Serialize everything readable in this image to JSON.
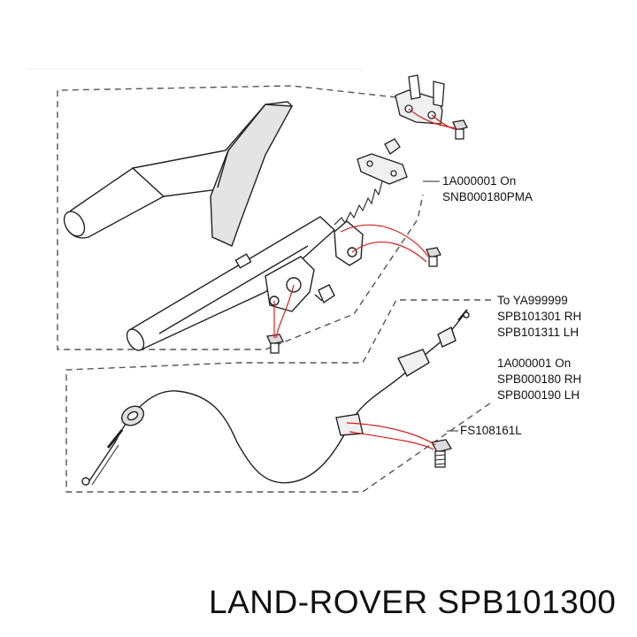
{
  "callouts": {
    "top_range": {
      "line1": "1A000001 On",
      "line2": "SNB000180PMA"
    },
    "cable_old": {
      "line1": "To YA999999",
      "line2": "SPB101301 RH",
      "line3": "SPB101311 LH"
    },
    "cable_new": {
      "line1": "1A000001 On",
      "line2": "SPB000180 RH",
      "line3": "SPB000190 LH"
    },
    "bolt": {
      "line1": "FS108161L"
    }
  },
  "footer": {
    "brand_part": "LAND-ROVER SPB101300"
  },
  "colors": {
    "leader": "#d42020",
    "outline": "#222222",
    "dash": "#555555"
  }
}
